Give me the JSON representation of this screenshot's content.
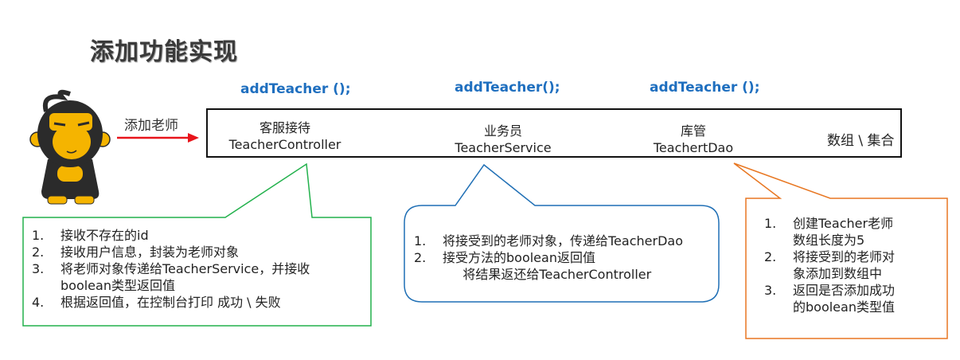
{
  "title": "添加功能实现",
  "actor": {
    "icon": "monkey-mascot-icon",
    "arrow_label": "添加老师",
    "arrow_color": "#e8141b"
  },
  "methods": [
    {
      "label": "addTeacher ();"
    },
    {
      "label": "addTeacher();"
    },
    {
      "label": "addTeacher ();"
    }
  ],
  "layers": [
    {
      "role": "客服接待",
      "name": "TeacherController"
    },
    {
      "role": "业务员",
      "name": "TeacherService"
    },
    {
      "role": "库管",
      "name": "TeachertDao"
    }
  ],
  "storage": "数组 \\ 集合",
  "notes": {
    "controller": {
      "border_color": "#22b14c",
      "items": [
        {
          "num": "1.",
          "text": "接收不存在的id"
        },
        {
          "num": "2.",
          "text": "接收用户信息，封装为老师对象"
        },
        {
          "num": "3.",
          "text": "将老师对象传递给TeacherService，并接收"
        },
        {
          "num": "",
          "text": "boolean类型返回值"
        },
        {
          "num": "4.",
          "text": "根据返回值，在控制台打印 成功 \\ 失败"
        }
      ]
    },
    "service": {
      "border_color": "#1f6fb5",
      "items": [
        {
          "num": "1.",
          "text": "将接受到的老师对象，传递给TeacherDao"
        },
        {
          "num": "2.",
          "text": "接受方法的boolean返回值"
        },
        {
          "num": "",
          "text": "     将结果返还给TeacherController"
        }
      ]
    },
    "dao": {
      "border_color": "#e87722",
      "items": [
        {
          "num": "1.",
          "text": "创建Teacher老师"
        },
        {
          "num": "",
          "text": "数组长度为5"
        },
        {
          "num": "2.",
          "text": "将接受到的老师对"
        },
        {
          "num": "",
          "text": "象添加到数组中"
        },
        {
          "num": "3.",
          "text": "返回是否添加成功"
        },
        {
          "num": "",
          "text": "的boolean类型值"
        }
      ]
    }
  }
}
